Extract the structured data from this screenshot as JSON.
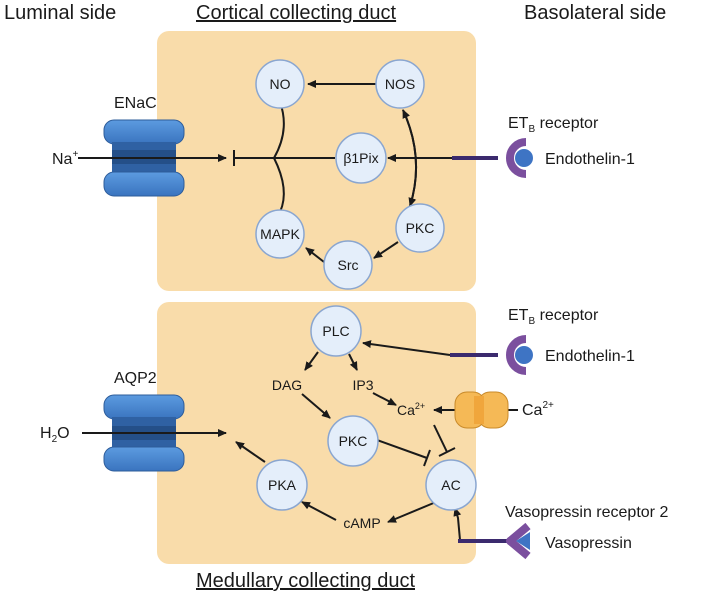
{
  "headers": {
    "luminal": "Luminal side",
    "cortical": "Cortical collecting duct",
    "basolateral": "Basolateral side",
    "medullary": "Medullary collecting duct"
  },
  "top": {
    "channel": "ENaC",
    "ion_base": "Na",
    "ion_sup": "+",
    "receptor_base": "ET",
    "receptor_sub": "B",
    "receptor_suffix": " receptor",
    "ligand": "Endothelin-1",
    "nodes": {
      "no": "NO",
      "nos": "NOS",
      "b1pix": "β1Pix",
      "pkc": "PKC",
      "mapk": "MAPK",
      "src": "Src"
    }
  },
  "bottom": {
    "channel": "AQP2",
    "water_base": "H",
    "water_sub": "2",
    "water_suffix": "O",
    "receptor_base": "ET",
    "receptor_sub": "B",
    "receptor_suffix": " receptor",
    "ligand": "Endothelin-1",
    "ca_base": "Ca",
    "ca_sup": "2+",
    "v2_receptor": "Vasopressin receptor 2",
    "vasopressin": "Vasopressin",
    "nodes": {
      "plc": "PLC",
      "dag": "DAG",
      "ip3": "IP3",
      "pkc": "PKC",
      "pka": "PKA",
      "ac": "AC",
      "camp": "cAMP"
    }
  },
  "colors": {
    "cell_fill": "#f9dcaa",
    "node_fill": "#e4eefa",
    "node_stroke": "#8aa6d0",
    "channel_blue": "#4a86cf",
    "channel_dark": "#2d5c9a",
    "receptor_purple": "#7b4f9e",
    "receptor_blue": "#3e74c4",
    "ca_channel": "#f5b956"
  }
}
